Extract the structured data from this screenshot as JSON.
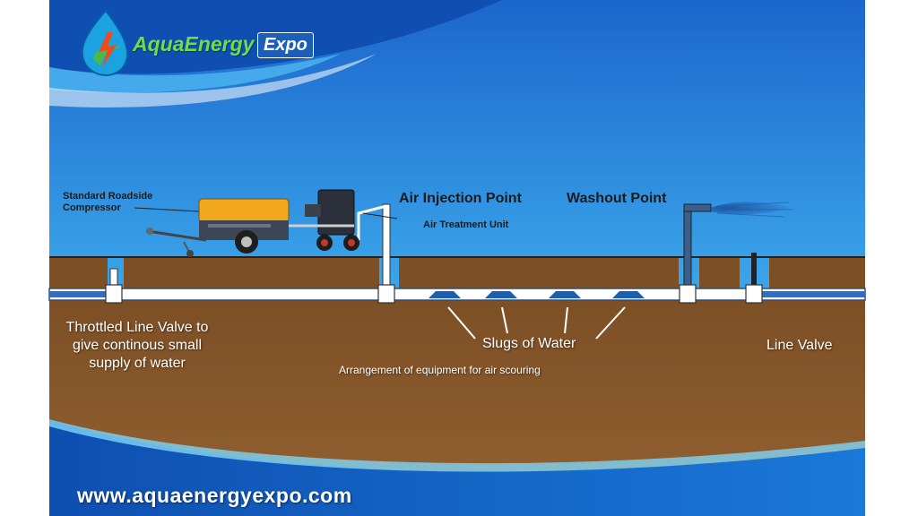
{
  "brand": {
    "logo_name_part1": "AquaEnergy",
    "logo_name_part2": "Expo",
    "website": "www.aquaenergyexpo.com"
  },
  "diagram": {
    "caption": "Arrangement of equipment for air scouring",
    "labels": {
      "compressor": [
        "Standard Roadside",
        "Compressor"
      ],
      "air_injection_point": "Air Injection Point",
      "air_treatment_unit": "Air Treatment Unit",
      "washout_point": "Washout Point",
      "throttled_valve": [
        "Throttled Line Valve to",
        "give continous small",
        "supply of water"
      ],
      "slugs_of_water": "Slugs of Water",
      "line_valve": "Line Valve"
    }
  },
  "colors": {
    "sky_top": "#1f6fd0",
    "sky_bottom": "#55c8f2",
    "soil": "#8a5a2b",
    "pipe": "#ffffff",
    "water_slug": "#1b5fb0",
    "compressor_body": "#f2a81d",
    "border_blue": "#1565c8"
  }
}
